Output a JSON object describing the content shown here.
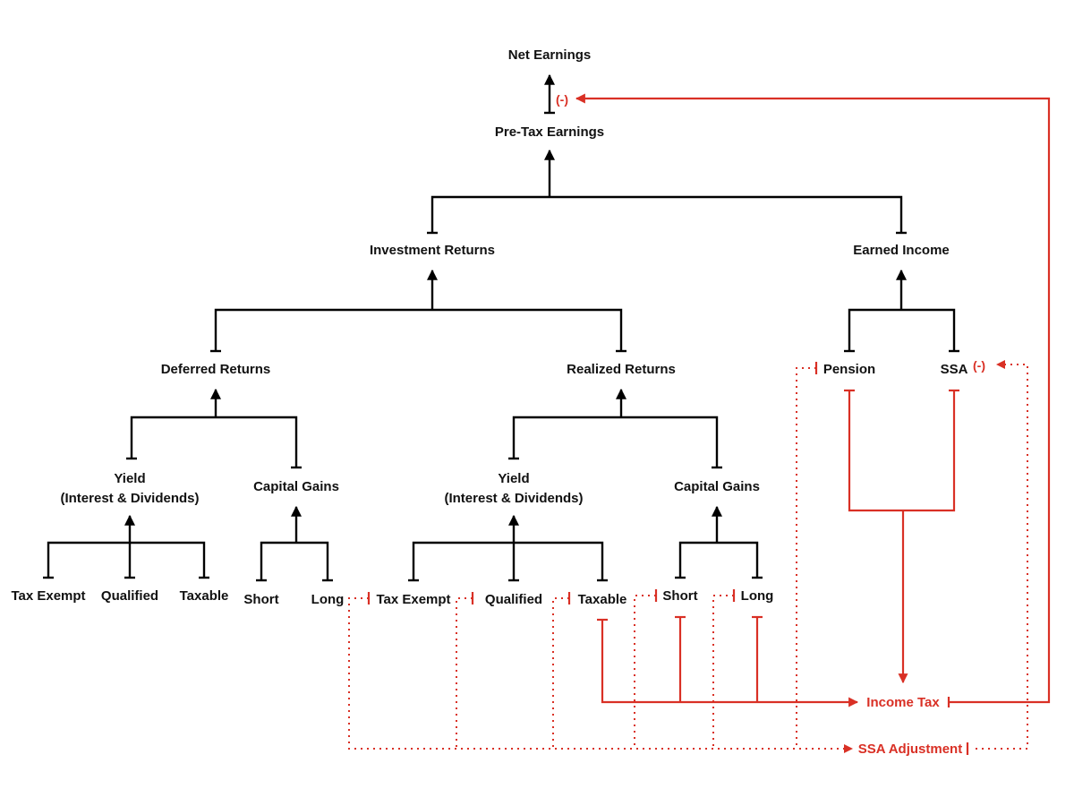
{
  "colors": {
    "tree": "#000000",
    "tax": "#d93025"
  },
  "nodes": {
    "net_earnings": "Net Earnings",
    "pre_tax_earnings": "Pre-Tax Earnings",
    "investment_returns": "Investment Returns",
    "earned_income": "Earned Income",
    "deferred_returns": "Deferred Returns",
    "realized_returns": "Realized Returns",
    "pension": "Pension",
    "ssa": "SSA",
    "deferred_yield_line1": "Yield",
    "deferred_yield_line2": "(Interest & Dividends)",
    "deferred_capital_gains": "Capital Gains",
    "realized_yield_line1": "Yield",
    "realized_yield_line2": "(Interest & Dividends)",
    "realized_capital_gains": "Capital Gains",
    "deferred_tax_exempt": "Tax Exempt",
    "deferred_qualified": "Qualified",
    "deferred_taxable": "Taxable",
    "deferred_short": "Short",
    "deferred_long": "Long",
    "realized_tax_exempt": "Tax Exempt",
    "realized_qualified": "Qualified",
    "realized_taxable": "Taxable",
    "realized_short": "Short",
    "realized_long": "Long"
  },
  "tax": {
    "income_tax": "Income Tax",
    "ssa_adjustment": "SSA Adjustment",
    "minus_net": "(-)",
    "minus_ssa": "(-)"
  }
}
